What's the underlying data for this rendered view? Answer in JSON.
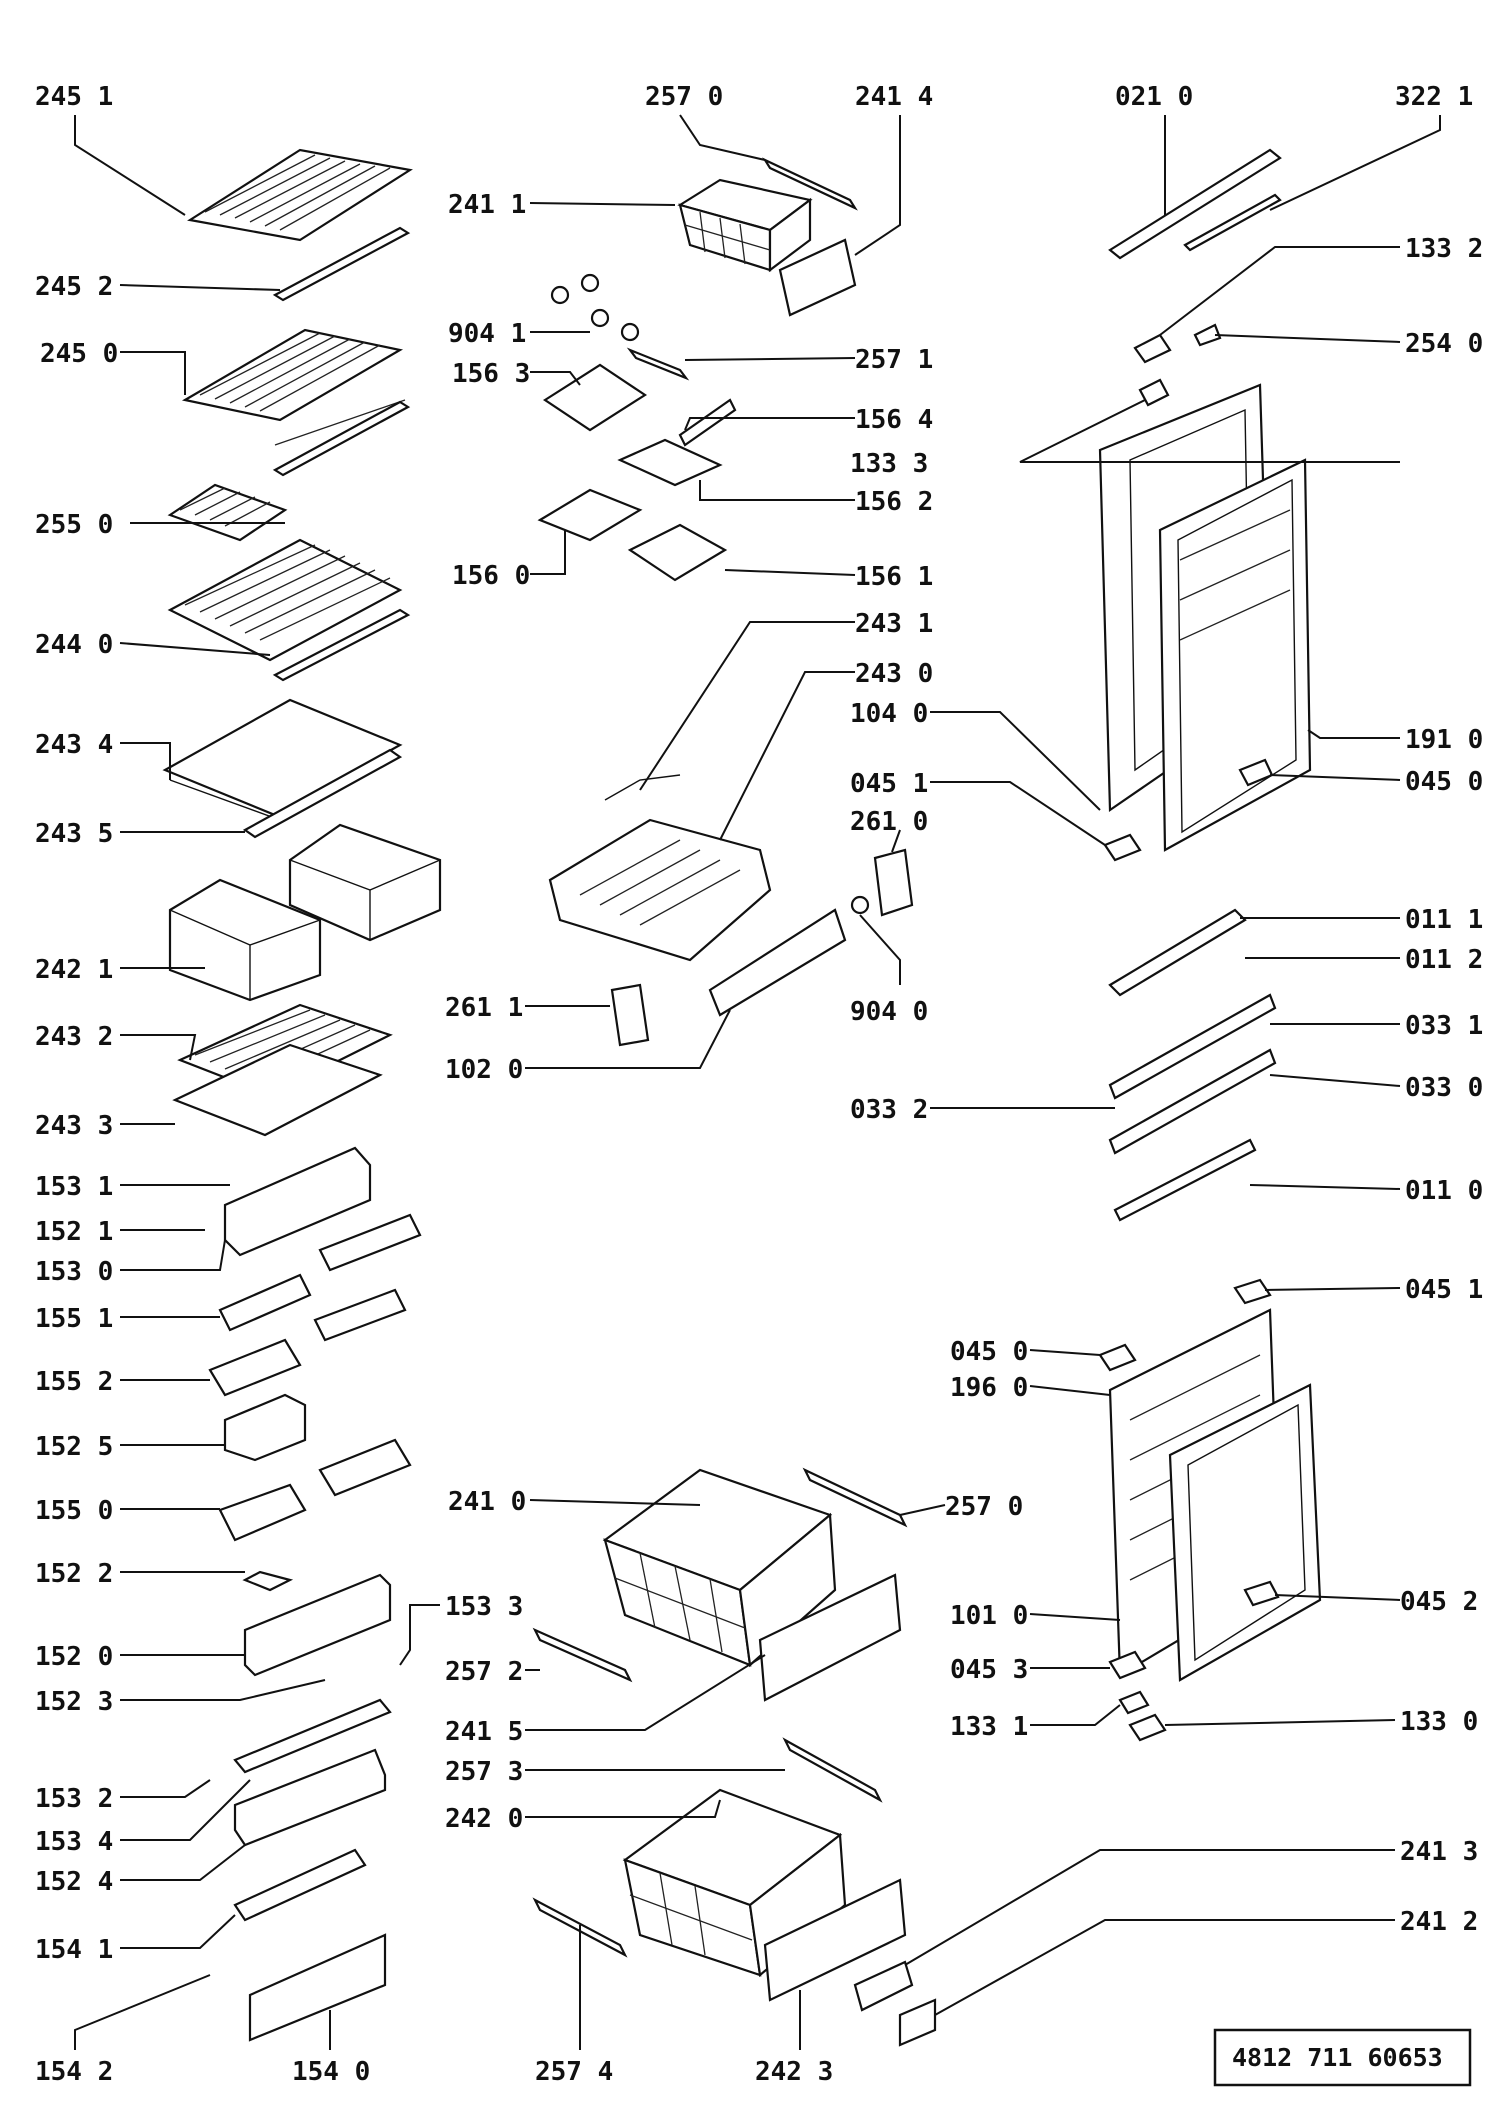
{
  "document_number": "4812 711 60653",
  "callouts": [
    {
      "id": "c-245-1",
      "label": "245 1"
    },
    {
      "id": "c-245-2",
      "label": "245 2"
    },
    {
      "id": "c-245-0",
      "label": "245 0"
    },
    {
      "id": "c-255-0",
      "label": "255 0"
    },
    {
      "id": "c-244-0",
      "label": "244 0"
    },
    {
      "id": "c-243-4",
      "label": "243 4"
    },
    {
      "id": "c-243-5",
      "label": "243 5"
    },
    {
      "id": "c-242-1",
      "label": "242 1"
    },
    {
      "id": "c-243-2",
      "label": "243 2"
    },
    {
      "id": "c-243-3",
      "label": "243 3"
    },
    {
      "id": "c-153-1",
      "label": "153 1"
    },
    {
      "id": "c-152-1",
      "label": "152 1"
    },
    {
      "id": "c-153-0",
      "label": "153 0"
    },
    {
      "id": "c-155-1",
      "label": "155 1"
    },
    {
      "id": "c-155-2",
      "label": "155 2"
    },
    {
      "id": "c-152-5",
      "label": "152 5"
    },
    {
      "id": "c-155-0",
      "label": "155 0"
    },
    {
      "id": "c-152-2",
      "label": "152 2"
    },
    {
      "id": "c-152-0",
      "label": "152 0"
    },
    {
      "id": "c-152-3",
      "label": "152 3"
    },
    {
      "id": "c-153-2",
      "label": "153 2"
    },
    {
      "id": "c-153-4",
      "label": "153 4"
    },
    {
      "id": "c-152-4",
      "label": "152 4"
    },
    {
      "id": "c-154-1",
      "label": "154 1"
    },
    {
      "id": "c-154-2",
      "label": "154 2"
    },
    {
      "id": "c-154-0",
      "label": "154 0"
    },
    {
      "id": "c-257-0-top",
      "label": "257 0"
    },
    {
      "id": "c-241-4",
      "label": "241 4"
    },
    {
      "id": "c-241-1",
      "label": "241 1"
    },
    {
      "id": "c-904-1",
      "label": "904 1"
    },
    {
      "id": "c-156-3",
      "label": "156 3"
    },
    {
      "id": "c-257-1",
      "label": "257 1"
    },
    {
      "id": "c-156-4",
      "label": "156 4"
    },
    {
      "id": "c-156-2",
      "label": "156 2"
    },
    {
      "id": "c-156-0",
      "label": "156 0"
    },
    {
      "id": "c-156-1",
      "label": "156 1"
    },
    {
      "id": "c-243-1",
      "label": "243 1"
    },
    {
      "id": "c-243-0",
      "label": "243 0"
    },
    {
      "id": "c-104-0",
      "label": "104 0"
    },
    {
      "id": "c-045-1-top",
      "label": "045 1"
    },
    {
      "id": "c-261-0",
      "label": "261 0"
    },
    {
      "id": "c-904-0",
      "label": "904 0"
    },
    {
      "id": "c-261-1",
      "label": "261 1"
    },
    {
      "id": "c-102-0",
      "label": "102 0"
    },
    {
      "id": "c-033-2",
      "label": "033 2"
    },
    {
      "id": "c-241-0",
      "label": "241 0"
    },
    {
      "id": "c-257-0-mid",
      "label": "257 0"
    },
    {
      "id": "c-153-3",
      "label": "153 3"
    },
    {
      "id": "c-257-2",
      "label": "257 2"
    },
    {
      "id": "c-241-5",
      "label": "241 5"
    },
    {
      "id": "c-257-3",
      "label": "257 3"
    },
    {
      "id": "c-242-0",
      "label": "242 0"
    },
    {
      "id": "c-257-4",
      "label": "257 4"
    },
    {
      "id": "c-242-3",
      "label": "242 3"
    },
    {
      "id": "c-021-0",
      "label": "021 0"
    },
    {
      "id": "c-322-1",
      "label": "322 1"
    },
    {
      "id": "c-133-2",
      "label": "133 2"
    },
    {
      "id": "c-254-0",
      "label": "254 0"
    },
    {
      "id": "c-133-3",
      "label": "133 3"
    },
    {
      "id": "c-191-0",
      "label": "191 0"
    },
    {
      "id": "c-045-0-top",
      "label": "045 0"
    },
    {
      "id": "c-011-1",
      "label": "011 1"
    },
    {
      "id": "c-011-2",
      "label": "011 2"
    },
    {
      "id": "c-033-1",
      "label": "033 1"
    },
    {
      "id": "c-033-0",
      "label": "033 0"
    },
    {
      "id": "c-011-0",
      "label": "011 0"
    },
    {
      "id": "c-045-1-bot",
      "label": "045 1"
    },
    {
      "id": "c-045-0-bot",
      "label": "045 0"
    },
    {
      "id": "c-196-0",
      "label": "196 0"
    },
    {
      "id": "c-045-2",
      "label": "045 2"
    },
    {
      "id": "c-101-0",
      "label": "101 0"
    },
    {
      "id": "c-045-3",
      "label": "045 3"
    },
    {
      "id": "c-133-1",
      "label": "133 1"
    },
    {
      "id": "c-133-0",
      "label": "133 0"
    },
    {
      "id": "c-241-3",
      "label": "241 3"
    },
    {
      "id": "c-241-2",
      "label": "241 2"
    }
  ]
}
